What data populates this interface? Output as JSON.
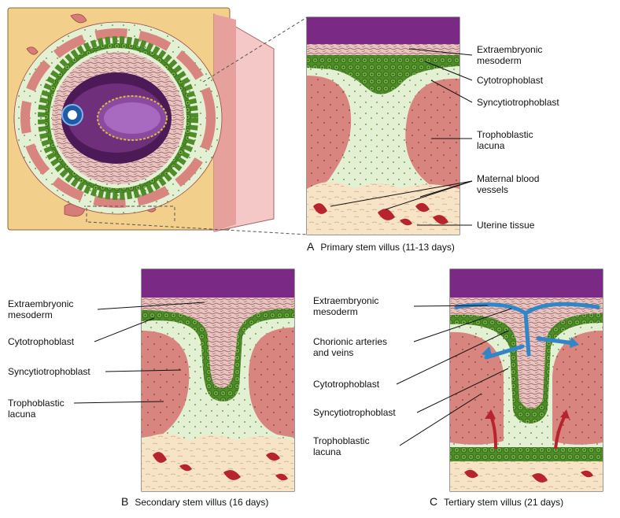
{
  "panel_a": {
    "letter": "A",
    "caption": "Primary stem villus (11-13 days)",
    "labels": {
      "extraembryonic_mesoderm": "Extraembryonic\nmesoderm",
      "cytotrophoblast": "Cytotrophoblast",
      "syncytiotrophoblast": "Syncytiotrophoblast",
      "trophoblastic_lacuna": "Trophoblastic\nlacuna",
      "maternal_blood_vessels": "Maternal blood\nvessels",
      "uterine_tissue": "Uterine tissue"
    }
  },
  "panel_b": {
    "letter": "B",
    "caption": "Secondary stem villus (16 days)",
    "labels": {
      "extraembryonic_mesoderm": "Extraembryonic\nmesoderm",
      "cytotrophoblast": "Cytotrophoblast",
      "syncytiotrophoblast": "Syncytiotrophoblast",
      "trophoblastic_lacuna": "Trophoblastic\nlacuna"
    }
  },
  "panel_c": {
    "letter": "C",
    "caption": "Tertiary stem villus (21 days)",
    "labels": {
      "extraembryonic_mesoderm": "Extraembryonic\nmesoderm",
      "chorionic_arteries_veins": "Chorionic arteries\nand veins",
      "cytotrophoblast": "Cytotrophoblast",
      "syncytiotrophoblast": "Syncytiotrophoblast",
      "trophoblastic_lacuna": "Trophoblastic\nlacuna"
    }
  },
  "colors": {
    "purple": "#7a2a84",
    "uterine": "#f7e3c6",
    "lacuna": "#d8847f",
    "syncytio": "#e3f0d4",
    "cyto": "#4f8c2a",
    "mesoderm": "#e9c3c0",
    "vessel": "#b8242e",
    "artery_blue": "#2f86c9"
  }
}
